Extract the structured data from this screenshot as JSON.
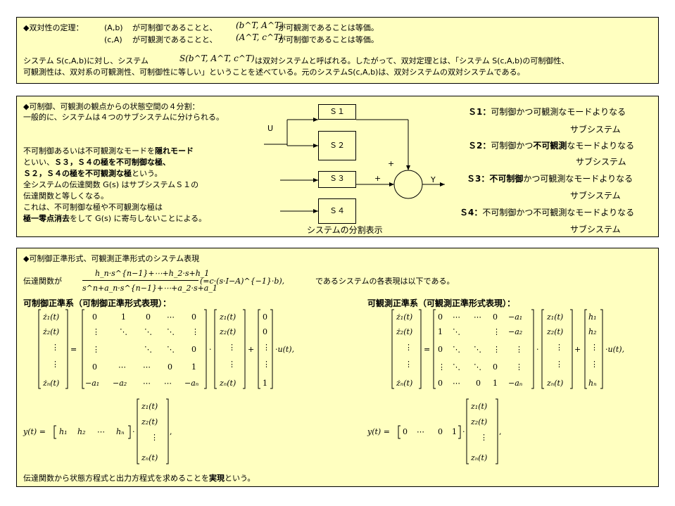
{
  "duality": {
    "line1_head": "◆双対性の定理：",
    "line1_pair": "(A,b)",
    "line1_mid": "が可制御であることと、",
    "line1_dual": "(b^T, A^T)",
    "line1_end": "が可観測であることは等価。",
    "line2_pair": "(c,A)",
    "line2_mid": "が可観測であることと、",
    "line2_dual": "(A^T, c^T)",
    "line2_end": "が可制御であることは等価。",
    "line3_a": "システム S(c,A,b)に対し、システム",
    "line3_sys": "S(b^T, A^T, c^T)",
    "line3_b": "は双対システムと呼ばれる。したがって、双対定理とは、「システム S(c,A,b)の可制御性、",
    "line4": "可観測性は、双対系の可観測性、可制御性に等しい」ということを述べている。元のシステムS(c,A,b)は、双対システムの双対システムである。"
  },
  "decomp": {
    "title": "◆可制御、可観測の観点からの状態空間の４分割：",
    "intro": "一般的に、システムは４つのサブシステムに分けられる。",
    "p1": "不可制御あるいは不可観測なモードを",
    "p1_bold": "隠れモード",
    "p2a": "といい、",
    "p2b": "Ｓ３，Ｓ４の極を不可制御な極、",
    "p3": "Ｓ２，Ｓ４の極を不可観測な極",
    "p3_end": "という。",
    "p4": "全システムの伝達関数 G(s) はサブシステムＳ１の",
    "p5": "伝達関数と等しくなる。",
    "p6": "これは、不可制御な極や不可観測な極は",
    "p7_bold": "極一零点消去",
    "p7_end": "をして G(s) に寄与しないことによる。",
    "input_label": "U",
    "output_label": "Y",
    "plus1": "+",
    "plus2": "+",
    "blocks": [
      "Ｓ１",
      "Ｓ２",
      "Ｓ３",
      "Ｓ４"
    ],
    "diagram_caption": "システムの分割表示",
    "legend": [
      {
        "head": "Ｓ1：",
        "text": "可制御かつ可観測なモードよりなる"
      },
      {
        "head": "Ｓ2：",
        "pre": "可制御かつ",
        "bold": "不可観測",
        "post": "なモードよりなる"
      },
      {
        "head": "Ｓ3：",
        "pre": "",
        "bold": "不可制御",
        "post": "かつ可観測なモードよりなる"
      },
      {
        "head": "Ｓ4：",
        "text": "不可制御かつ不可観測なモードよりなる"
      }
    ],
    "subsystem": "サブシステム"
  },
  "canonical": {
    "title": "◆可制御正準形式、可観測正準形式のシステム表現",
    "tf_label": "伝達関数が",
    "tf_num": "h_n·s^{n−1}+⋯+h_2·s+h_1",
    "tf_den": "s^n+a_n·s^{n−1}+⋯+a_2·s+a_1",
    "tf_eq": "(=c·(s·I−A)^{−1}·b),",
    "tf_after": "であるシステムの各表現は以下である。",
    "ctrl_title": "可制御正準系（可制御正準形式表現）：",
    "obs_title": "可観測正準系（可観測正準形式表現）：",
    "footer_pre": "伝達関数から状態方程式と出力方程式を求めることを",
    "footer_bold": "実現",
    "footer_post": "という。"
  }
}
